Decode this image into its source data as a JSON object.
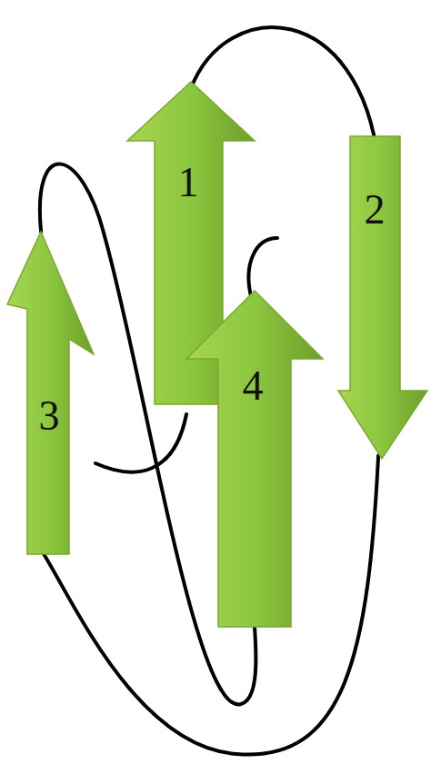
{
  "diagram": {
    "nodes": [
      {
        "text": [
          "1"
        ]
      },
      {
        "text": [
          "2"
        ]
      },
      {
        "text": [
          "3"
        ]
      },
      {
        "text": [
          "4"
        ]
      }
    ],
    "edges": [
      {
        "from": 0,
        "to": 1,
        "arrow": "none"
      },
      {
        "from": 1,
        "to": 2,
        "arrow": "none"
      },
      {
        "from": 2,
        "to": 3,
        "arrow": "none"
      }
    ]
  }
}
